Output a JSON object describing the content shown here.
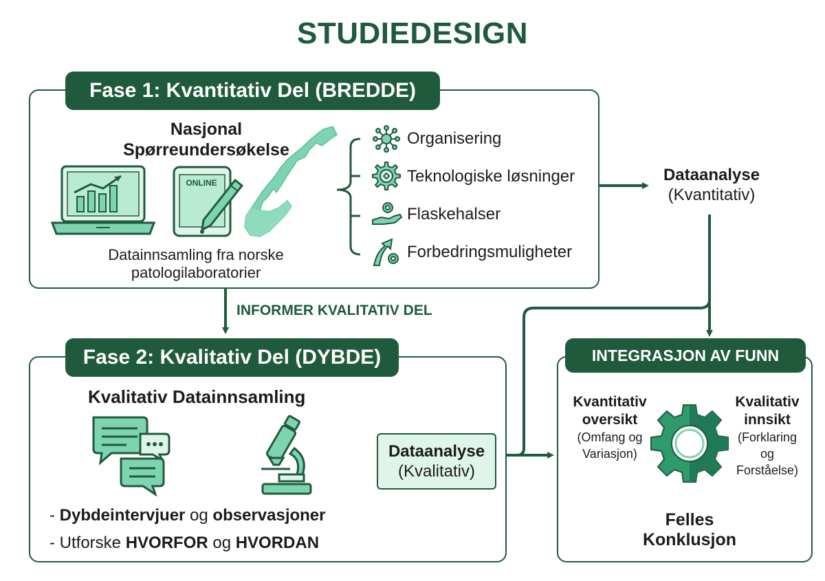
{
  "title": "STUDIEDESIGN",
  "phase1": {
    "header": "Fase 1: Kvantitativ Del (BREDDE)",
    "survey_title_line1": "Nasjonal",
    "survey_title_line2": "Spørreundersøkelse",
    "tablet_label": "ONLINE",
    "caption_line1": "Datainnsamling fra norske",
    "caption_line2": "patologilaboratorier",
    "topics": [
      {
        "label": "Organisering",
        "icon": "network-icon"
      },
      {
        "label": "Teknologiske løsninger",
        "icon": "tech-gear-icon"
      },
      {
        "label": "Flaskehalser",
        "icon": "hand-gear-icon"
      },
      {
        "label": "Forbedringsmuligheter",
        "icon": "growth-arrow-icon"
      }
    ]
  },
  "quant_analysis": {
    "title": "Dataanalyse",
    "subtitle": "(Kvantitativ)"
  },
  "inform_label": "INFORMER KVALITATIV DEL",
  "phase2": {
    "header": "Fase 2: Kvalitativ Del (DYBDE)",
    "collection_title": "Kvalitativ Datainnsamling",
    "bullet1": {
      "prefix": "- ",
      "b1": "Dybdeintervjuer",
      "mid": " og ",
      "b2": "observasjoner"
    },
    "bullet2": {
      "prefix": "- Utforske ",
      "b1": "HVORFOR",
      "mid": " og ",
      "b2": "HVORDAN"
    }
  },
  "qual_analysis": {
    "title": "Dataanalyse",
    "subtitle": "(Kvalitativ)"
  },
  "integration": {
    "header": "INTEGRASJON AV FUNN",
    "left_title_line1": "Kvantitativ",
    "left_title_line2": "oversikt",
    "left_sub_line1": "(Omfang og",
    "left_sub_line2": "Variasjon)",
    "right_title_line1": "Kvalitativ",
    "right_title_line2": "innsikt",
    "right_sub_line1": "(Forklaring",
    "right_sub_line2": "og",
    "right_sub_line3": "Forståelse)",
    "conclusion_line1": "Felles",
    "conclusion_line2": "Konklusjon"
  },
  "colors": {
    "dark_green": "#1f5a3d",
    "mint": "#7ed3b0",
    "light_mint": "#dff5ea"
  }
}
